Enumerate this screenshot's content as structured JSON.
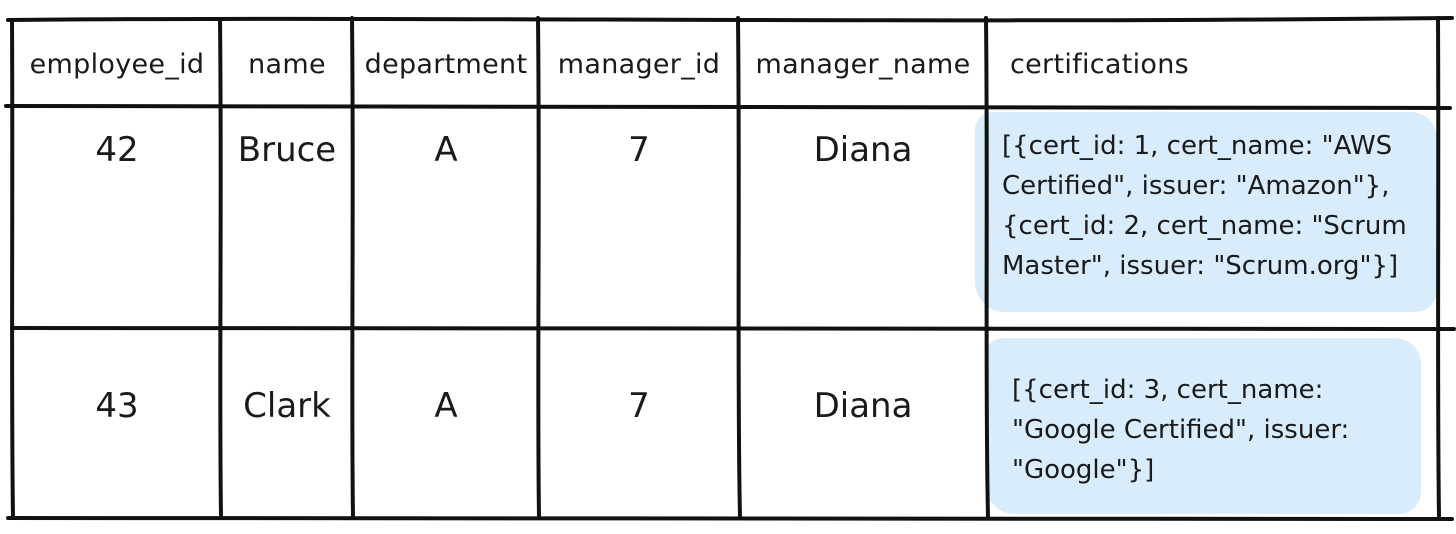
{
  "table": {
    "headers": [
      "employee_id",
      "name",
      "department",
      "manager_id",
      "manager_name",
      "certifications"
    ],
    "rows": [
      {
        "employee_id": "42",
        "name": "Bruce",
        "department": "A",
        "manager_id": "7",
        "manager_name": "Diana",
        "certifications": "[{cert_id: 1, cert_name: \"AWS\nCertified\", issuer: \"Amazon\"},\n{cert_id: 2, cert_name: \"Scrum\nMaster\", issuer: \"Scrum.org\"}]"
      },
      {
        "employee_id": "43",
        "name": "Clark",
        "department": "A",
        "manager_id": "7",
        "manager_name": "Diana",
        "certifications": "[{cert_id: 3, cert_name:\n\"Google Certified\", issuer:\n\"Google\"}]"
      }
    ]
  },
  "colors": {
    "ink": "#111111",
    "highlight": "#d9ecfb"
  }
}
